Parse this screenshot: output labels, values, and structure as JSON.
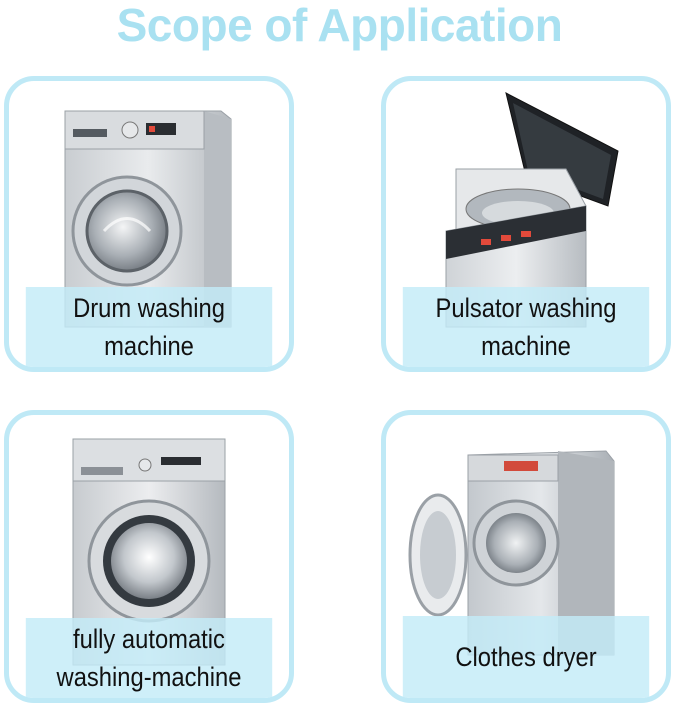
{
  "title": "Scope of Application",
  "cards": [
    {
      "line1": "Drum washing",
      "line2": "machine",
      "icon": "drum-washing-machine"
    },
    {
      "line1": "Pulsator washing",
      "line2": "machine",
      "icon": "top-load-washing-machine"
    },
    {
      "line1": "fully automatic",
      "line2": "washing-machine",
      "icon": "front-load-washing-machine"
    },
    {
      "line1": "Clothes dryer",
      "line2": "",
      "icon": "clothes-dryer"
    }
  ],
  "colors": {
    "title": "#a9e1f1",
    "frame": "#bfe9f6",
    "caption_band": "#c3ecf8",
    "caption_text": "#111111"
  }
}
